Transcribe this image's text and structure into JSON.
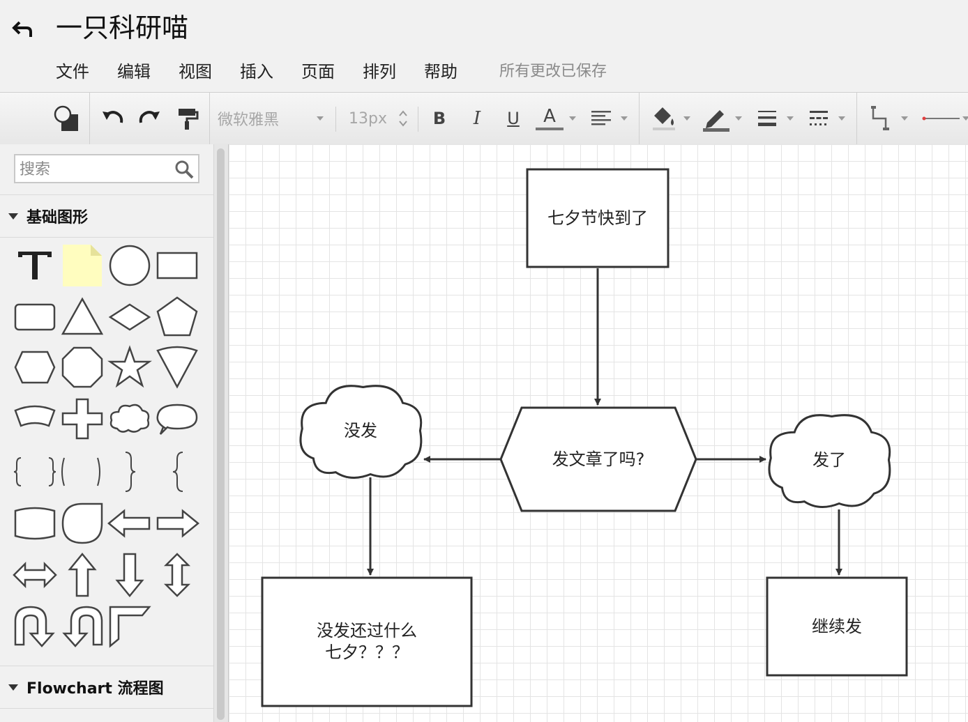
{
  "header": {
    "title": "一只科研喵",
    "menu": [
      "文件",
      "编辑",
      "视图",
      "插入",
      "页面",
      "排列",
      "帮助"
    ],
    "save_status": "所有更改已保存"
  },
  "toolbar": {
    "font_family": "微软雅黑",
    "font_size": "13px",
    "bold_label": "B",
    "italic_label": "I",
    "underline_label": "U",
    "font_color_label": "A",
    "icons": [
      "shapes-style-icon",
      "undo-icon",
      "redo-icon",
      "format-painter-icon",
      "bold-icon",
      "italic-icon",
      "underline-icon",
      "font-color-icon",
      "align-icon",
      "fill-color-icon",
      "line-color-icon",
      "line-width-icon",
      "line-style-icon",
      "connector-icon",
      "arrow-style-icon"
    ]
  },
  "sidebar": {
    "search_placeholder": "搜索",
    "sections": [
      {
        "label": "基础图形",
        "expanded": true
      },
      {
        "label": "Flowchart 流程图",
        "expanded": true
      }
    ],
    "shape_icons": [
      "text",
      "note",
      "circle",
      "rectangle",
      "rounded-rectangle",
      "triangle",
      "diamond",
      "pentagon",
      "hexagon",
      "octagon",
      "star",
      "inverted-triangle",
      "curved-banner",
      "cross",
      "cloud",
      "speech-bubble",
      "brace-pair",
      "bracket-pair",
      "right-brace",
      "left-brace",
      "tape",
      "leaf",
      "left-arrow",
      "right-arrow",
      "left-right-arrow",
      "up-arrow",
      "down-arrow",
      "up-down-arrow",
      "u-turn-arrow",
      "u-turn-arrow-reverse",
      "corner-shape"
    ]
  },
  "diagram": {
    "nodes": [
      {
        "id": "start",
        "shape": "rectangle",
        "label": "七夕节快到了"
      },
      {
        "id": "decision",
        "shape": "hexagon",
        "label": "发文章了吗?"
      },
      {
        "id": "no",
        "shape": "cloud",
        "label": "没发"
      },
      {
        "id": "yes",
        "shape": "cloud",
        "label": "发了"
      },
      {
        "id": "no-result",
        "shape": "rectangle",
        "label": "没发还过什么\n七夕？？？"
      },
      {
        "id": "yes-result",
        "shape": "rectangle",
        "label": "继续发"
      }
    ],
    "edges": [
      {
        "from": "start",
        "to": "decision"
      },
      {
        "from": "decision",
        "to": "no"
      },
      {
        "from": "decision",
        "to": "yes"
      },
      {
        "from": "no",
        "to": "no-result"
      },
      {
        "from": "yes",
        "to": "yes-result"
      }
    ],
    "colors": {
      "stroke": "#333333",
      "fill": "#ffffff",
      "note_fill": "#fffdbf",
      "grid": "#e4e4e4"
    }
  }
}
